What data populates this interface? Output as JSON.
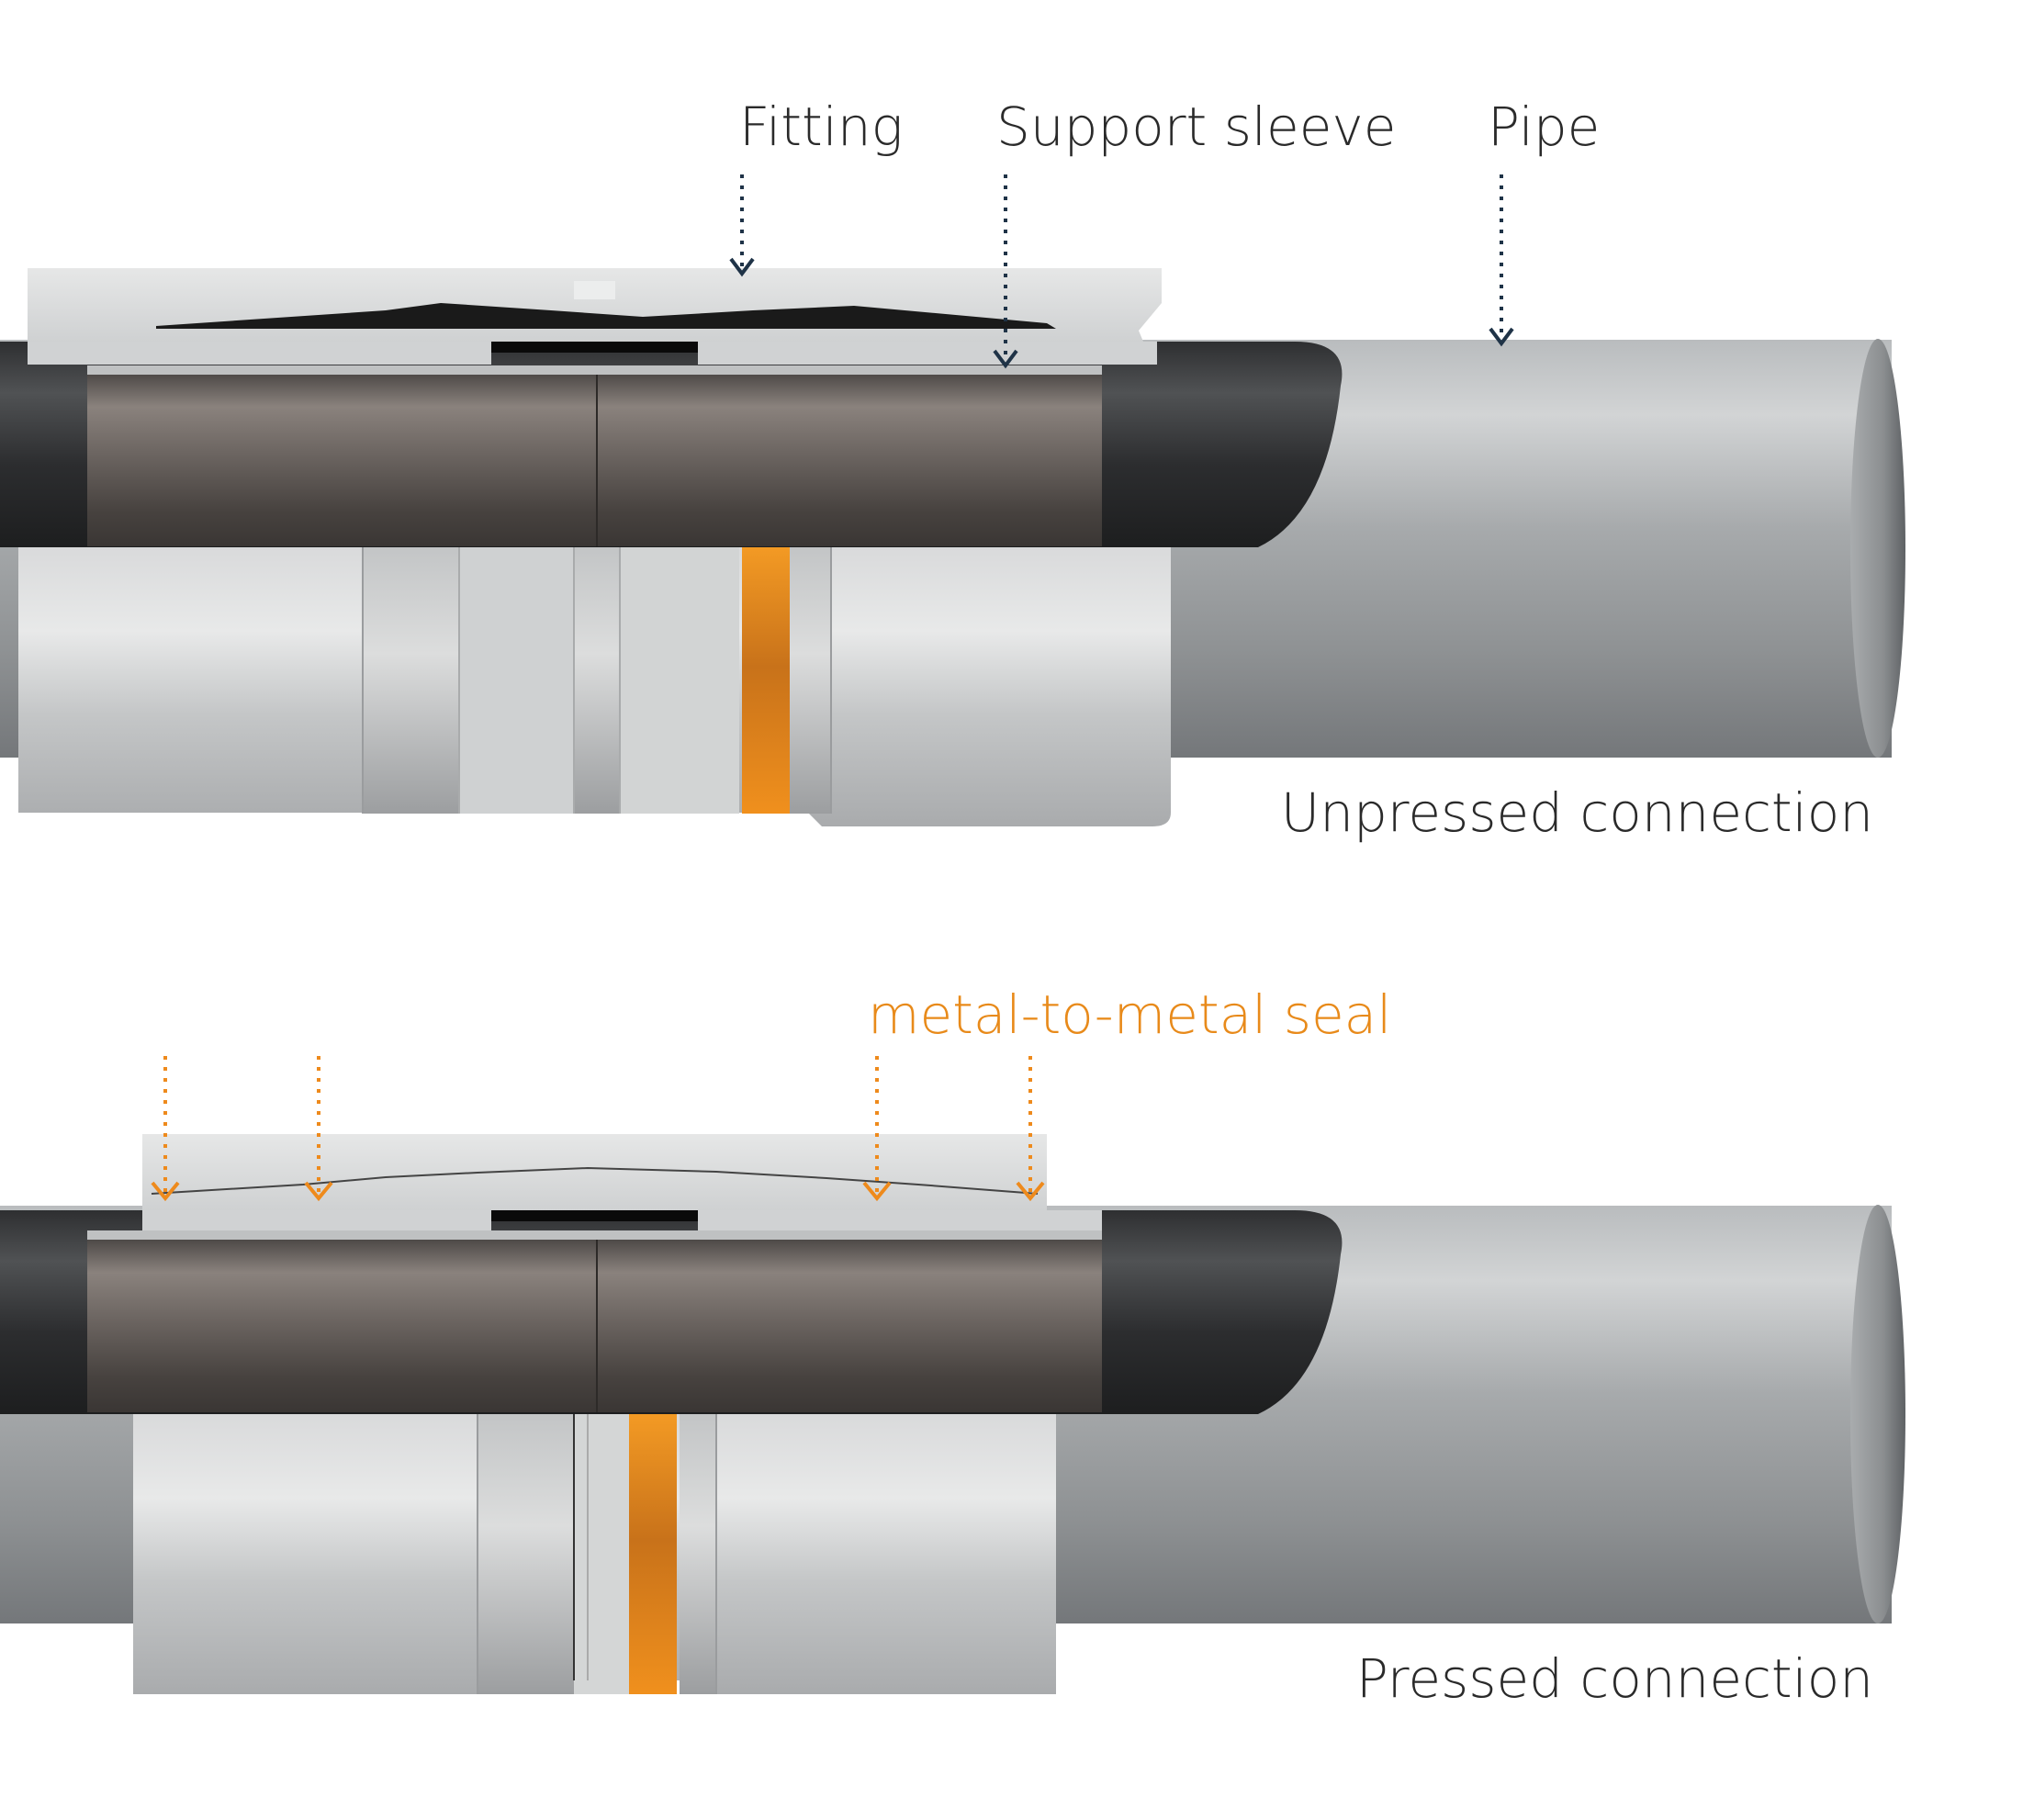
{
  "labels": {
    "fitting": "Fitting",
    "support_sleeve": "Support sleeve",
    "pipe": "Pipe",
    "unpressed": "Unpressed connection",
    "seal": "metal-to-metal seal",
    "pressed": "Pressed connection"
  },
  "colors": {
    "arrow_dark": "#1f3347",
    "arrow_orange": "#ee8a1c",
    "seal_ring": "#ee8d1e",
    "text_dark": "#2a2a2a",
    "text_orange": "#e88a1a"
  }
}
